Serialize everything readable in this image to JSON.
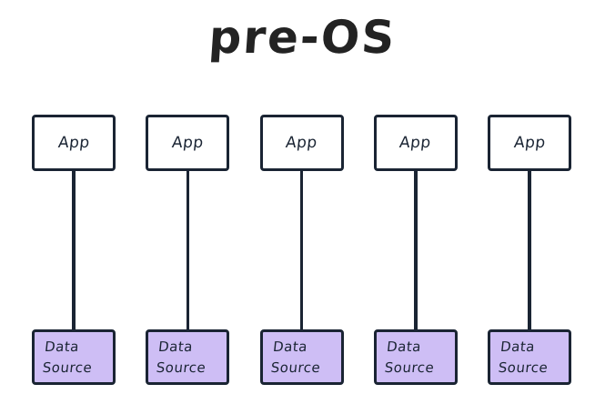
{
  "title": "pre-OS",
  "colors": {
    "stroke": "#1a2433",
    "title_color": "#232323",
    "app_fill": "#ffffff",
    "data_source_fill": "#cebef5",
    "background": "#ffffff"
  },
  "columns": [
    {
      "app": "App",
      "data_source": "Data\nSource"
    },
    {
      "app": "App",
      "data_source": "Data\nSource"
    },
    {
      "app": "App",
      "data_source": "Data\nSource"
    },
    {
      "app": "App",
      "data_source": "Data\nSource"
    },
    {
      "app": "App",
      "data_source": "Data\nSource"
    }
  ]
}
